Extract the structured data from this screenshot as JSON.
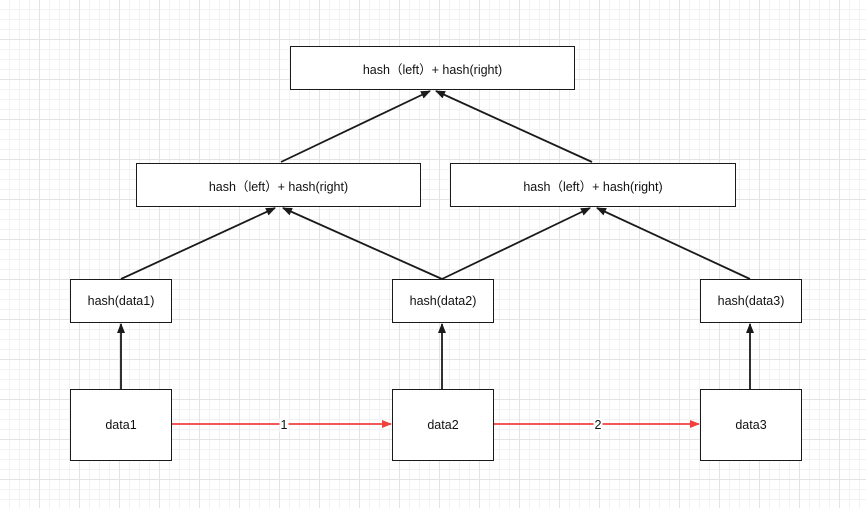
{
  "nodes": {
    "root": {
      "label": "hash（left）+ hash(right)"
    },
    "mid_left": {
      "label": "hash（left）+ hash(right)"
    },
    "mid_right": {
      "label": "hash（left）+ hash(right)"
    },
    "hash_data1": {
      "label": "hash(data1)"
    },
    "hash_data2": {
      "label": "hash(data2)"
    },
    "hash_data3": {
      "label": "hash(data3)"
    },
    "data1": {
      "label": "data1"
    },
    "data2": {
      "label": "data2"
    },
    "data3": {
      "label": "data3"
    }
  },
  "edge_labels": {
    "data1_to_data2": "1",
    "data2_to_data3": "2"
  },
  "colors": {
    "hash_edge": "#1a1a1a",
    "sequence_edge": "#f0413f"
  }
}
